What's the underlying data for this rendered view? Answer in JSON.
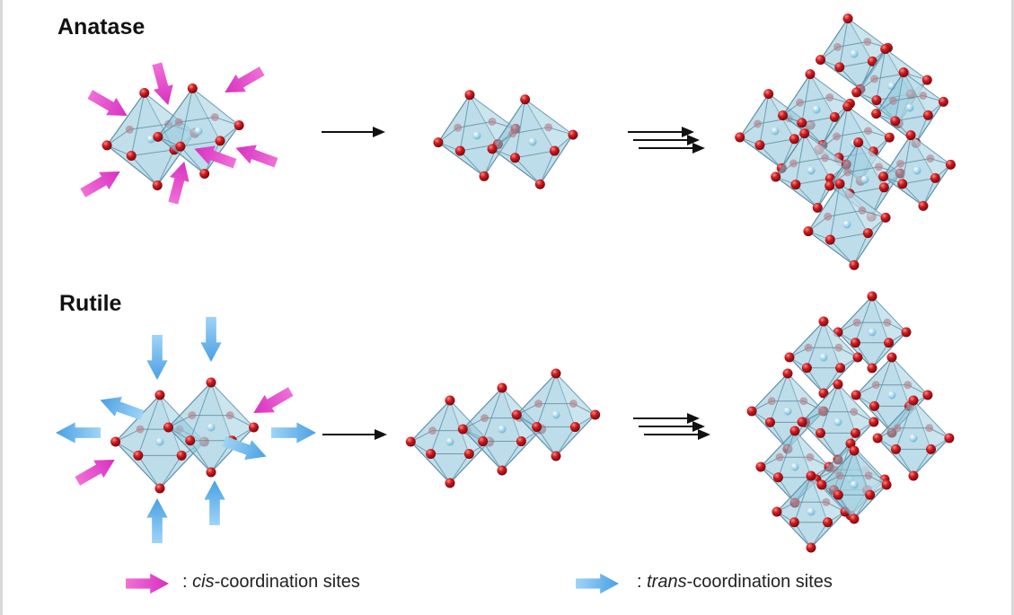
{
  "headings": {
    "anatase": "Anatase",
    "rutile": "Rutile"
  },
  "legend": {
    "cis": {
      "separator": ": ",
      "prefix": "cis",
      "suffix": "-coordination sites"
    },
    "trans": {
      "separator": ": ",
      "prefix": "trans",
      "suffix": "-coordination sites"
    }
  },
  "colors": {
    "cis_arrow": "#e040c8",
    "trans_arrow": "#5aaeea",
    "oxygen": "#c0141c",
    "titanium": "#8fd2ec",
    "octahedron": "#8ec4d9",
    "reaction_arrow": "#111111"
  }
}
